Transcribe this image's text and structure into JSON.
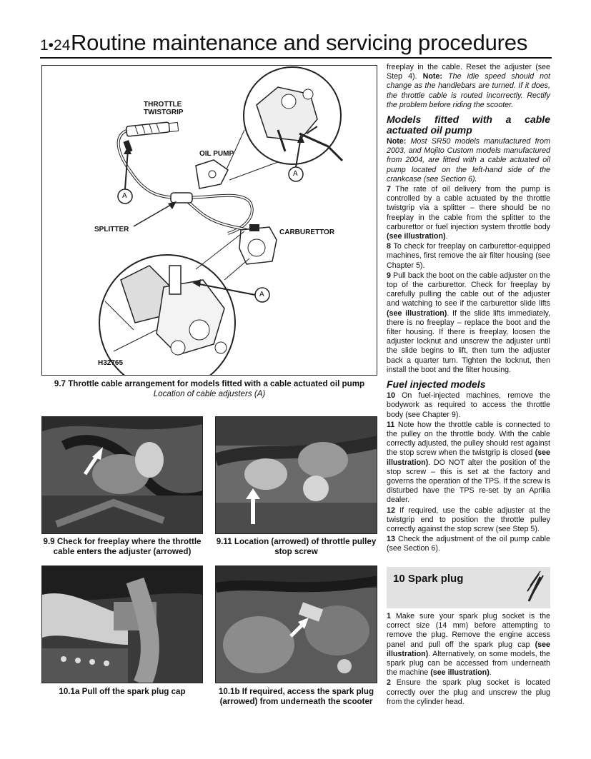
{
  "header": {
    "page_number": "1•24",
    "title": "Routine maintenance and servicing procedures"
  },
  "diagram": {
    "labels": {
      "throttle_twistgrip": [
        "THROTTLE",
        "TWISTGRIP"
      ],
      "oil_pump": "OIL PUMP",
      "splitter": "SPLITTER",
      "carburettor": "CARBURETTOR",
      "adjuster_letter": "A",
      "ref_code": "H32765"
    },
    "caption": "9.7 Throttle cable arrangement for models fitted with a cable actuated oil pump",
    "caption_sub": "Location of cable adjusters (A)"
  },
  "photos": [
    {
      "caption": "9.9 Check for freeplay where the throttle cable enters the adjuster (arrowed)"
    },
    {
      "caption": "9.11 Location (arrowed) of throttle pulley stop screw"
    },
    {
      "caption": "10.1a Pull off the spark plug cap"
    },
    {
      "caption": "10.1b If required, access the spark plug (arrowed) from underneath the scooter"
    }
  ],
  "column": {
    "intro": "freeplay in the cable. Reset the adjuster (see Step 4).",
    "intro_note_label": "Note:",
    "intro_note": "The idle speed should not change as the handlebars are turned. If it does, the throttle cable is routed incorrectly. Rectify the problem before riding the scooter.",
    "heading_oil": "Models fitted with a cable actuated oil pump",
    "note_label": "Note:",
    "note_oil": "Most SR50 models manufactured from 2003, and Mojito Custom models manufactured from 2004, are fitted with a cable actuated oil pump located on the left-hand side of the crankcase (see Section 6).",
    "step7_num": "7",
    "step7": "The rate of oil delivery from the pump is controlled by a cable actuated by the throttle twistgrip via a splitter – there should be no freeplay in the cable from the splitter to the carburettor or fuel injection system throttle body",
    "see_ill": "(see illustration)",
    "step8_num": "8",
    "step8": "To check for freeplay on carburettor-equipped machines, first remove the air filter housing (see Chapter 5).",
    "step9_num": "9",
    "step9a": "Pull back the boot on the cable adjuster on the top of the carburettor. Check for freeplay by carefully pulling the cable out of the adjuster and watching to see if the carburettor slide lifts",
    "step9b": "If the slide lifts immediately, there is no freeplay – replace the boot and the filter housing. If there is freeplay, loosen the adjuster locknut and unscrew the adjuster until the slide begins to lift, then turn the adjuster back a quarter turn. Tighten the locknut, then install the boot and the filter housing.",
    "heading_fuel": "Fuel injected models",
    "step10_num": "10",
    "step10": "On fuel-injected machines, remove the bodywork as required to access the throttle body (see Chapter 9).",
    "step11_num": "11",
    "step11a": "Note how the throttle cable is connected to the pulley on the throttle body. With the cable correctly adjusted, the pulley should rest against the stop screw when the twistgrip is closed",
    "step11b": "DO NOT alter the position of the stop screw – this is set at the factory and governs the operation of the TPS. If the screw is disturbed have the TPS re-set by an Aprilia dealer.",
    "step12_num": "12",
    "step12": "If required, use the cable adjuster at the twistgrip end to position the throttle pulley correctly against the stop screw (see Step 5).",
    "step13_num": "13",
    "step13": "Check the adjustment of the oil pump cable (see Section 6).",
    "section_title": "10 Spark plug",
    "s1_num": "1",
    "s1a": "Make sure your spark plug socket is the correct size (14 mm) before attempting to remove the plug. Remove the engine access panel and pull off the spark plug cap",
    "s1b": "Alternatively, on some models, the spark plug can be accessed from underneath the machine",
    "s2_num": "2",
    "s2": "Ensure the spark plug socket is located correctly over the plug and unscrew the plug from the cylinder head."
  }
}
